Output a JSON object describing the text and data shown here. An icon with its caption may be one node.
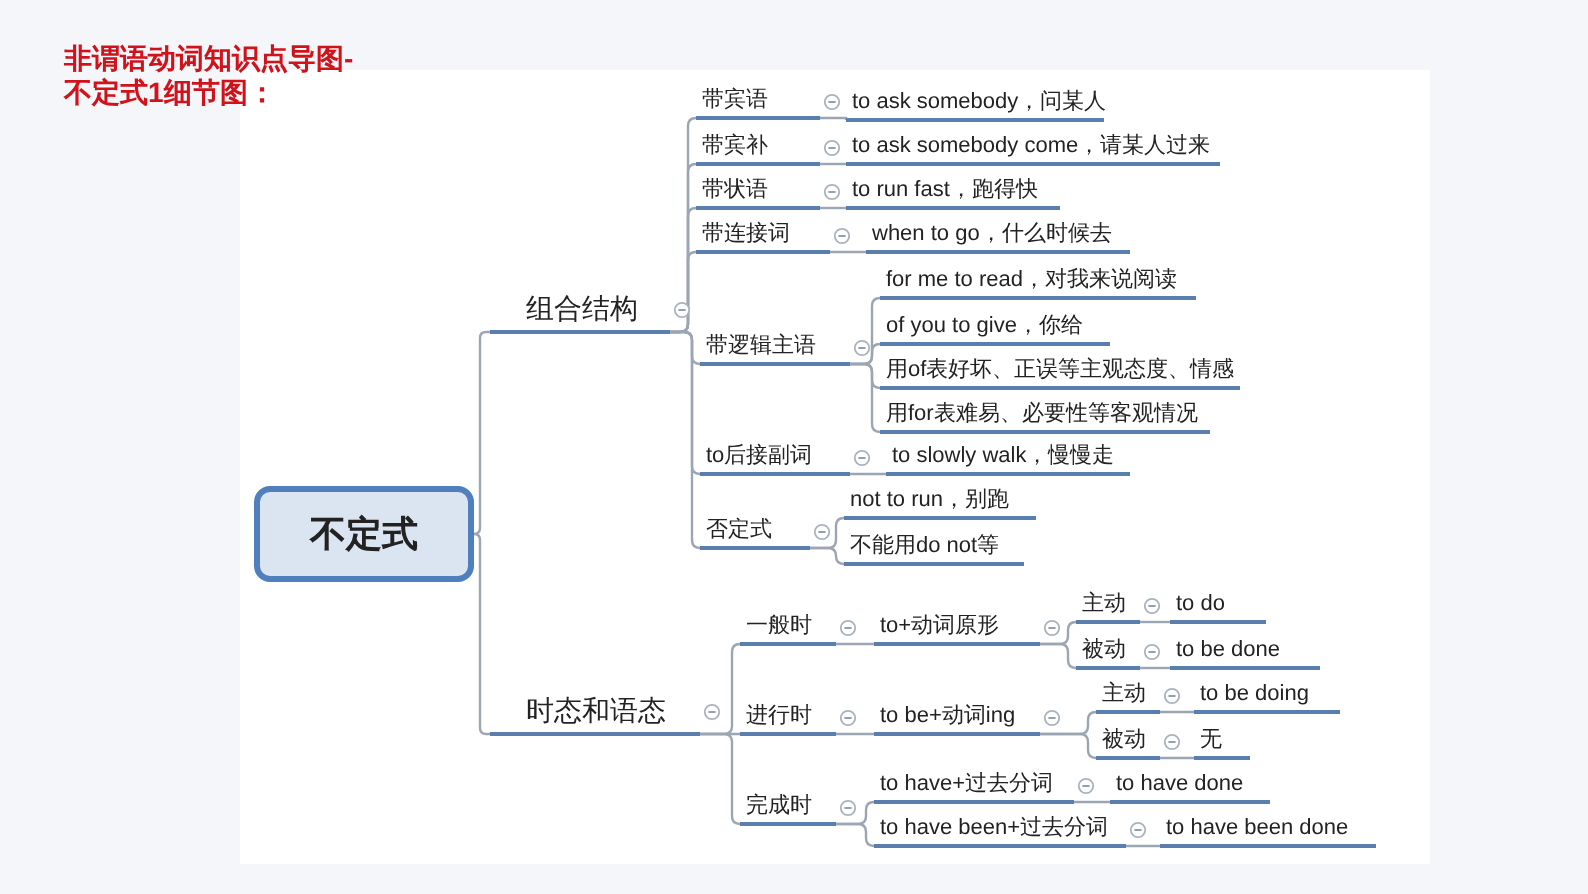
{
  "diagram": {
    "title": "非谓语动词知识点导图-不定式1细节图：",
    "nodes": [
      {
        "text": [
          "不定式"
        ]
      },
      {
        "text": [
          "组合结构"
        ]
      },
      {
        "text": [
          "带宾语"
        ]
      },
      {
        "text": [
          "to ask somebody，问某人"
        ]
      },
      {
        "text": [
          "带宾补"
        ]
      },
      {
        "text": [
          "to ask somebody come，请某人过来"
        ]
      },
      {
        "text": [
          "带状语"
        ]
      },
      {
        "text": [
          "to run fast，跑得快"
        ]
      },
      {
        "text": [
          "带连接词"
        ]
      },
      {
        "text": [
          "when to go，什么时候去"
        ]
      },
      {
        "text": [
          "带逻辑主语"
        ]
      },
      {
        "text": [
          "for me to read，对我来说阅读"
        ]
      },
      {
        "text": [
          "of you to give，你给"
        ]
      },
      {
        "text": [
          "用of表好坏、正误等主观态度、情感"
        ]
      },
      {
        "text": [
          "用for表难易、必要性等客观情况"
        ]
      },
      {
        "text": [
          "to后接副词"
        ]
      },
      {
        "text": [
          "to slowly walk，慢慢走"
        ]
      },
      {
        "text": [
          "否定式"
        ]
      },
      {
        "text": [
          "not to run，别跑"
        ]
      },
      {
        "text": [
          "不能用do not等"
        ]
      },
      {
        "text": [
          "时态和语态"
        ]
      },
      {
        "text": [
          "一般时"
        ]
      },
      {
        "text": [
          "to+动词原形"
        ]
      },
      {
        "text": [
          "主动"
        ]
      },
      {
        "text": [
          "to do"
        ]
      },
      {
        "text": [
          "被动"
        ]
      },
      {
        "text": [
          "to be done"
        ]
      },
      {
        "text": [
          "进行时"
        ]
      },
      {
        "text": [
          "to be+动词ing"
        ]
      },
      {
        "text": [
          "主动"
        ]
      },
      {
        "text": [
          "to be doing"
        ]
      },
      {
        "text": [
          "被动"
        ]
      },
      {
        "text": [
          "无"
        ]
      },
      {
        "text": [
          "完成时"
        ]
      },
      {
        "text": [
          "to have+过去分词"
        ]
      },
      {
        "text": [
          "to have done"
        ]
      },
      {
        "text": [
          "to have been+过去分词"
        ]
      },
      {
        "text": [
          "to have been done"
        ]
      }
    ],
    "edges": [
      {
        "from": 0,
        "to": 1,
        "arrow": "none"
      },
      {
        "from": 0,
        "to": 20,
        "arrow": "none"
      },
      {
        "from": 1,
        "to": 2,
        "arrow": "none"
      },
      {
        "from": 1,
        "to": 4,
        "arrow": "none"
      },
      {
        "from": 1,
        "to": 6,
        "arrow": "none"
      },
      {
        "from": 1,
        "to": 8,
        "arrow": "none"
      },
      {
        "from": 1,
        "to": 10,
        "arrow": "none"
      },
      {
        "from": 1,
        "to": 15,
        "arrow": "none"
      },
      {
        "from": 1,
        "to": 17,
        "arrow": "none"
      },
      {
        "from": 2,
        "to": 3,
        "arrow": "none"
      },
      {
        "from": 4,
        "to": 5,
        "arrow": "none"
      },
      {
        "from": 6,
        "to": 7,
        "arrow": "none"
      },
      {
        "from": 8,
        "to": 9,
        "arrow": "none"
      },
      {
        "from": 10,
        "to": 11,
        "arrow": "none"
      },
      {
        "from": 10,
        "to": 12,
        "arrow": "none"
      },
      {
        "from": 10,
        "to": 13,
        "arrow": "none"
      },
      {
        "from": 10,
        "to": 14,
        "arrow": "none"
      },
      {
        "from": 15,
        "to": 16,
        "arrow": "none"
      },
      {
        "from": 17,
        "to": 18,
        "arrow": "none"
      },
      {
        "from": 17,
        "to": 19,
        "arrow": "none"
      },
      {
        "from": 20,
        "to": 21,
        "arrow": "none"
      },
      {
        "from": 20,
        "to": 27,
        "arrow": "none"
      },
      {
        "from": 20,
        "to": 33,
        "arrow": "none"
      },
      {
        "from": 21,
        "to": 22,
        "arrow": "none"
      },
      {
        "from": 22,
        "to": 23,
        "arrow": "none"
      },
      {
        "from": 22,
        "to": 25,
        "arrow": "none"
      },
      {
        "from": 23,
        "to": 24,
        "arrow": "none"
      },
      {
        "from": 25,
        "to": 26,
        "arrow": "none"
      },
      {
        "from": 27,
        "to": 28,
        "arrow": "none"
      },
      {
        "from": 28,
        "to": 29,
        "arrow": "none"
      },
      {
        "from": 28,
        "to": 31,
        "arrow": "none"
      },
      {
        "from": 29,
        "to": 30,
        "arrow": "none"
      },
      {
        "from": 31,
        "to": 32,
        "arrow": "none"
      },
      {
        "from": 33,
        "to": 34,
        "arrow": "none"
      },
      {
        "from": 33,
        "to": 36,
        "arrow": "none"
      },
      {
        "from": 34,
        "to": 35,
        "arrow": "none"
      },
      {
        "from": 36,
        "to": 37,
        "arrow": "none"
      }
    ]
  }
}
